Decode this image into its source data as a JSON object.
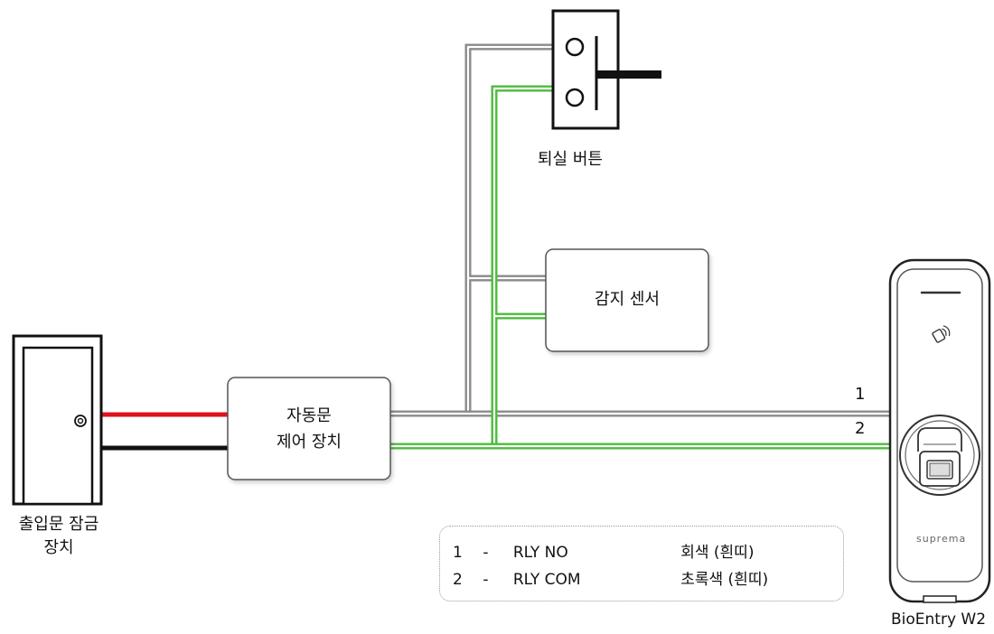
{
  "exit_button": {
    "label": "퇴실 버튼"
  },
  "sensor": {
    "label": "감지 센서"
  },
  "door_lock": {
    "label_line1": "출입문 잠금",
    "label_line2": "장치"
  },
  "controller": {
    "label_line1": "자동문",
    "label_line2": "제어 장치"
  },
  "device": {
    "label": "BioEntry W2",
    "brand": "suprema"
  },
  "wire_markers": {
    "one": "1",
    "two": "2"
  },
  "legend": [
    {
      "num": "1",
      "dash": "-",
      "signal": "RLY NO",
      "color_name": "회색 (흰띠)"
    },
    {
      "num": "2",
      "dash": "-",
      "signal": "RLY COM",
      "color_name": "초록색 (흰띠)"
    }
  ],
  "colors": {
    "gray_wire": "#8a8a8a",
    "green_wire": "#4cbb3c",
    "red_wire": "#e0121f",
    "black_wire": "#111111"
  }
}
